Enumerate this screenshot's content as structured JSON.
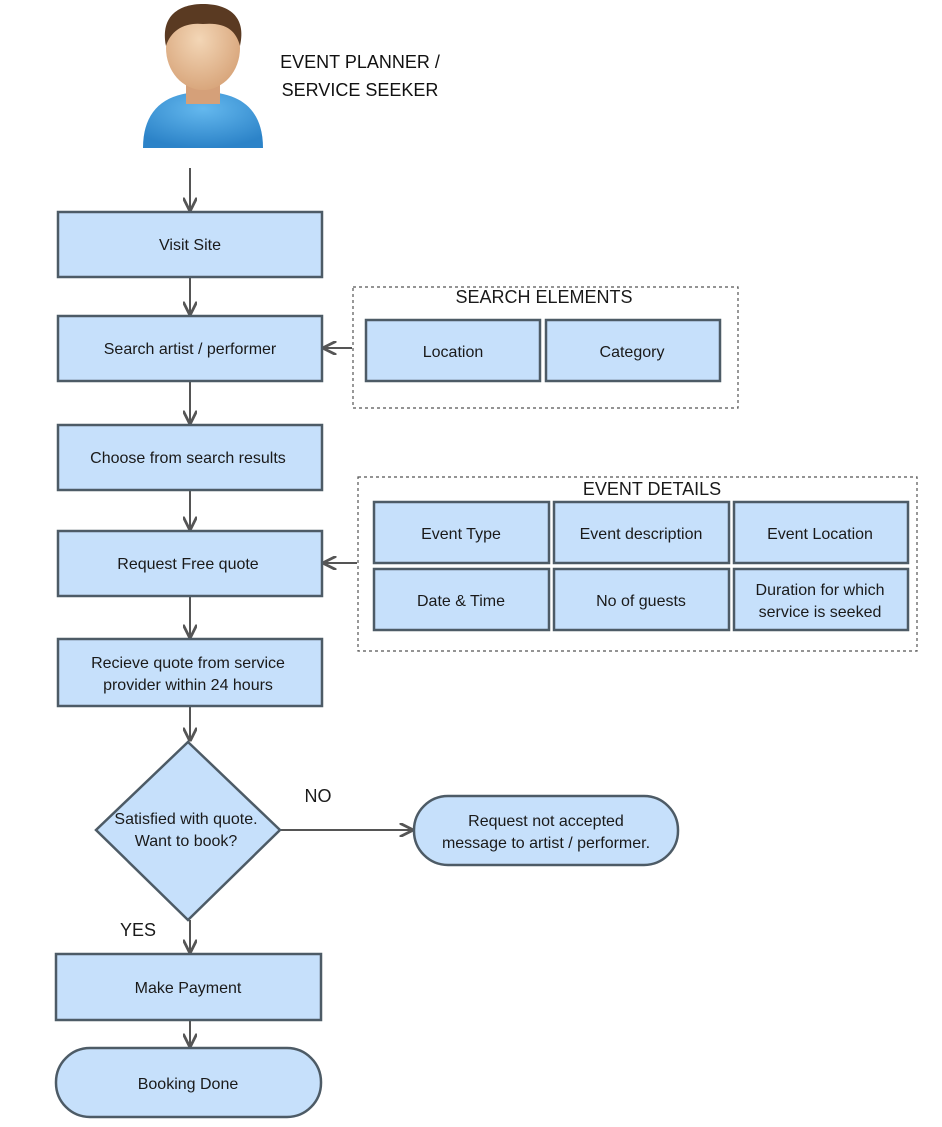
{
  "actor": {
    "line1": "EVENT PLANNER /",
    "line2": "SERVICE SEEKER"
  },
  "steps": {
    "visit_site": "Visit Site",
    "search": "Search artist / performer",
    "choose": "Choose from search results",
    "request_quote": "Request Free  quote",
    "receive_quote_line1": "Recieve quote from service",
    "receive_quote_line2": "provider within 24 hours",
    "decision_line1": "Satisfied with quote.",
    "decision_line2": "Want to book?",
    "make_payment": "Make Payment",
    "booking_done": "Booking Done",
    "rejected_line1": "Request not accepted",
    "rejected_line2": "message to artist / performer."
  },
  "branches": {
    "no": "NO",
    "yes": "YES"
  },
  "search_elements": {
    "title": "SEARCH ELEMENTS",
    "location": "Location",
    "category": "Category"
  },
  "event_details": {
    "title": "EVENT DETAILS",
    "event_type": "Event Type",
    "event_description": "Event description",
    "event_location": "Event Location",
    "date_time": "Date & Time",
    "no_of_guests": "No of guests",
    "duration_line1": "Duration for which",
    "duration_line2": "service is seeked"
  }
}
